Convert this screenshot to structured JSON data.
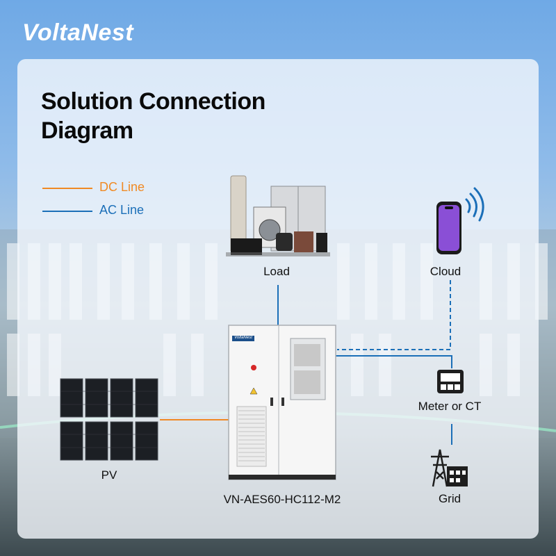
{
  "brand": {
    "logo_text": "VoltaNest"
  },
  "title_lines": [
    "Solution Connection",
    "Diagram"
  ],
  "legend": [
    {
      "label": "DC Line",
      "color": "#f08a24"
    },
    {
      "label": "AC Line",
      "color": "#1b6fb8"
    }
  ],
  "nodes": {
    "load": "Load",
    "cloud": "Cloud",
    "meter": "Meter or CT",
    "grid": "Grid",
    "pv": "PV",
    "cabinet": "VN-AES60-HC112-M2",
    "cabinet_badge": "VoltaNest"
  },
  "colors": {
    "dc": "#f08a24",
    "ac": "#1b6fb8",
    "panel_bg": "#f4f8fc"
  }
}
